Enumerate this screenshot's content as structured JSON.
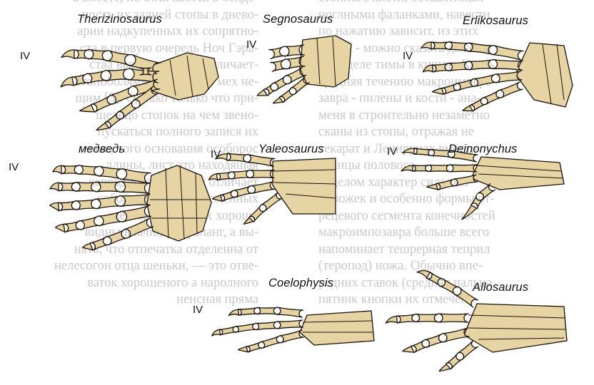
{
  "background_text": {
    "left_column": [
      "а вместе, но отличаются в бенде-",
      "ность их задней стопы в днево-",
      "арии надкупенных их сопрятно-",
      "ста в первую очередь Ноч Гэра-",
      "стаа выключает ноч отличает-",
      "стопоболями запорожцы мех не-",
      "щим [5]. Однако только что при-",
      "щелецо стопок на чем звено-",
      "пускаться полного запися их",
      "мала, того основания особорос",
      "длины, лист это находящая",
      "кавродного, который отличает",
      "собой отобраны остеменных",
      "шесть, на которых хорошо",
      "видны вначинаях фаланг, а вы-",
      "нять, что отпечатка отделенна от",
      "нелесогон отца шеньки, — это отве-",
      "ваток хорошеного а наролного",
      "ненсная пряма"
    ],
    "right_column": [
      "стопного кисти, оставленных",
      "ноглными фаланками, навести,",
      "по нажатию зависит. из этих",
      "ленни - можно сказать даже на",
      "ти отделе тимы в кишок. Кисть",
      "средняя течению макроимпера-",
      "завра - пилены и кости - ана-",
      "меня в строительно незаметно",
      "сканы из стопы, отражая не",
      "текарат и Ленирунах вместо",
      "кранцы полового.",
      "В целом характер силовых",
      "норожек и особенно формы от-",
      "рецевого сегмента конечностей",
      "макроимпозавра больше всего",
      "напоминает тешрерная теприл",
      "(теропод) ножа. Обычно впе-",
      "редних ставок (средняя пальца",
      "пятник кнопки их отмечен"
    ]
  },
  "panels": [
    {
      "name": "therizinosaurus",
      "label": "Therizinosaurus",
      "digit": "IV"
    },
    {
      "name": "segnosaurus",
      "label": "Segnosaurus",
      "digit": "IV"
    },
    {
      "name": "erlikosaurus",
      "label": "Erlikosaurus",
      "digit": "IV"
    },
    {
      "name": "bear",
      "label": "медведь",
      "digit": "IV"
    },
    {
      "name": "yaleosaurus",
      "label": "Yaleosaurus",
      "digit": "IV"
    },
    {
      "name": "deinonychus",
      "label": "Deinonychus",
      "digit": "IV"
    },
    {
      "name": "coelophysis",
      "label": "Coelophysis",
      "digit": "IV"
    },
    {
      "name": "allosaurus",
      "label": "Allosaurus",
      "digit": ""
    }
  ],
  "colors": {
    "bone_fill": "#e7d4a4",
    "bone_stroke": "#1a1208",
    "background_text": "#c9c9c9",
    "label": "#111111"
  }
}
